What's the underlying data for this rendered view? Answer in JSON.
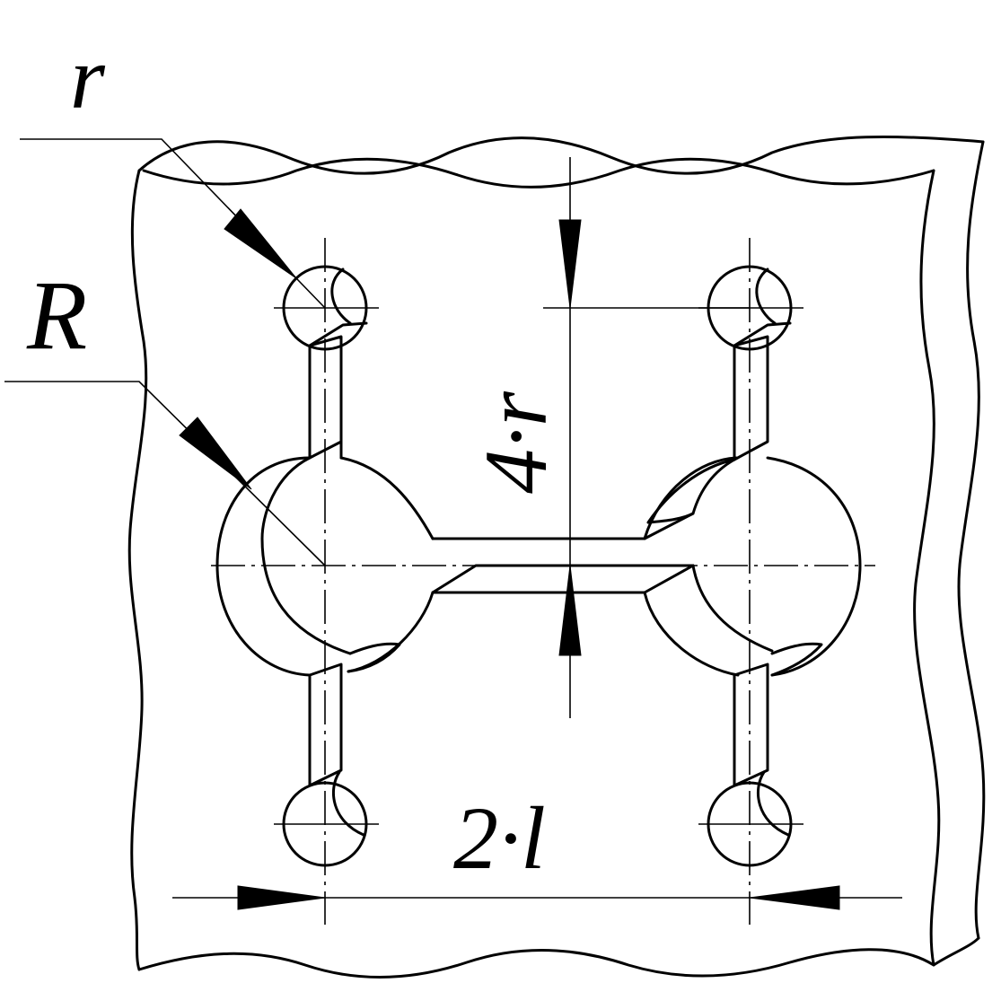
{
  "labels": {
    "small_radius": "r",
    "large_radius": "R",
    "vertical_dimension": "4·r",
    "horizontal_dimension": "2·l"
  }
}
